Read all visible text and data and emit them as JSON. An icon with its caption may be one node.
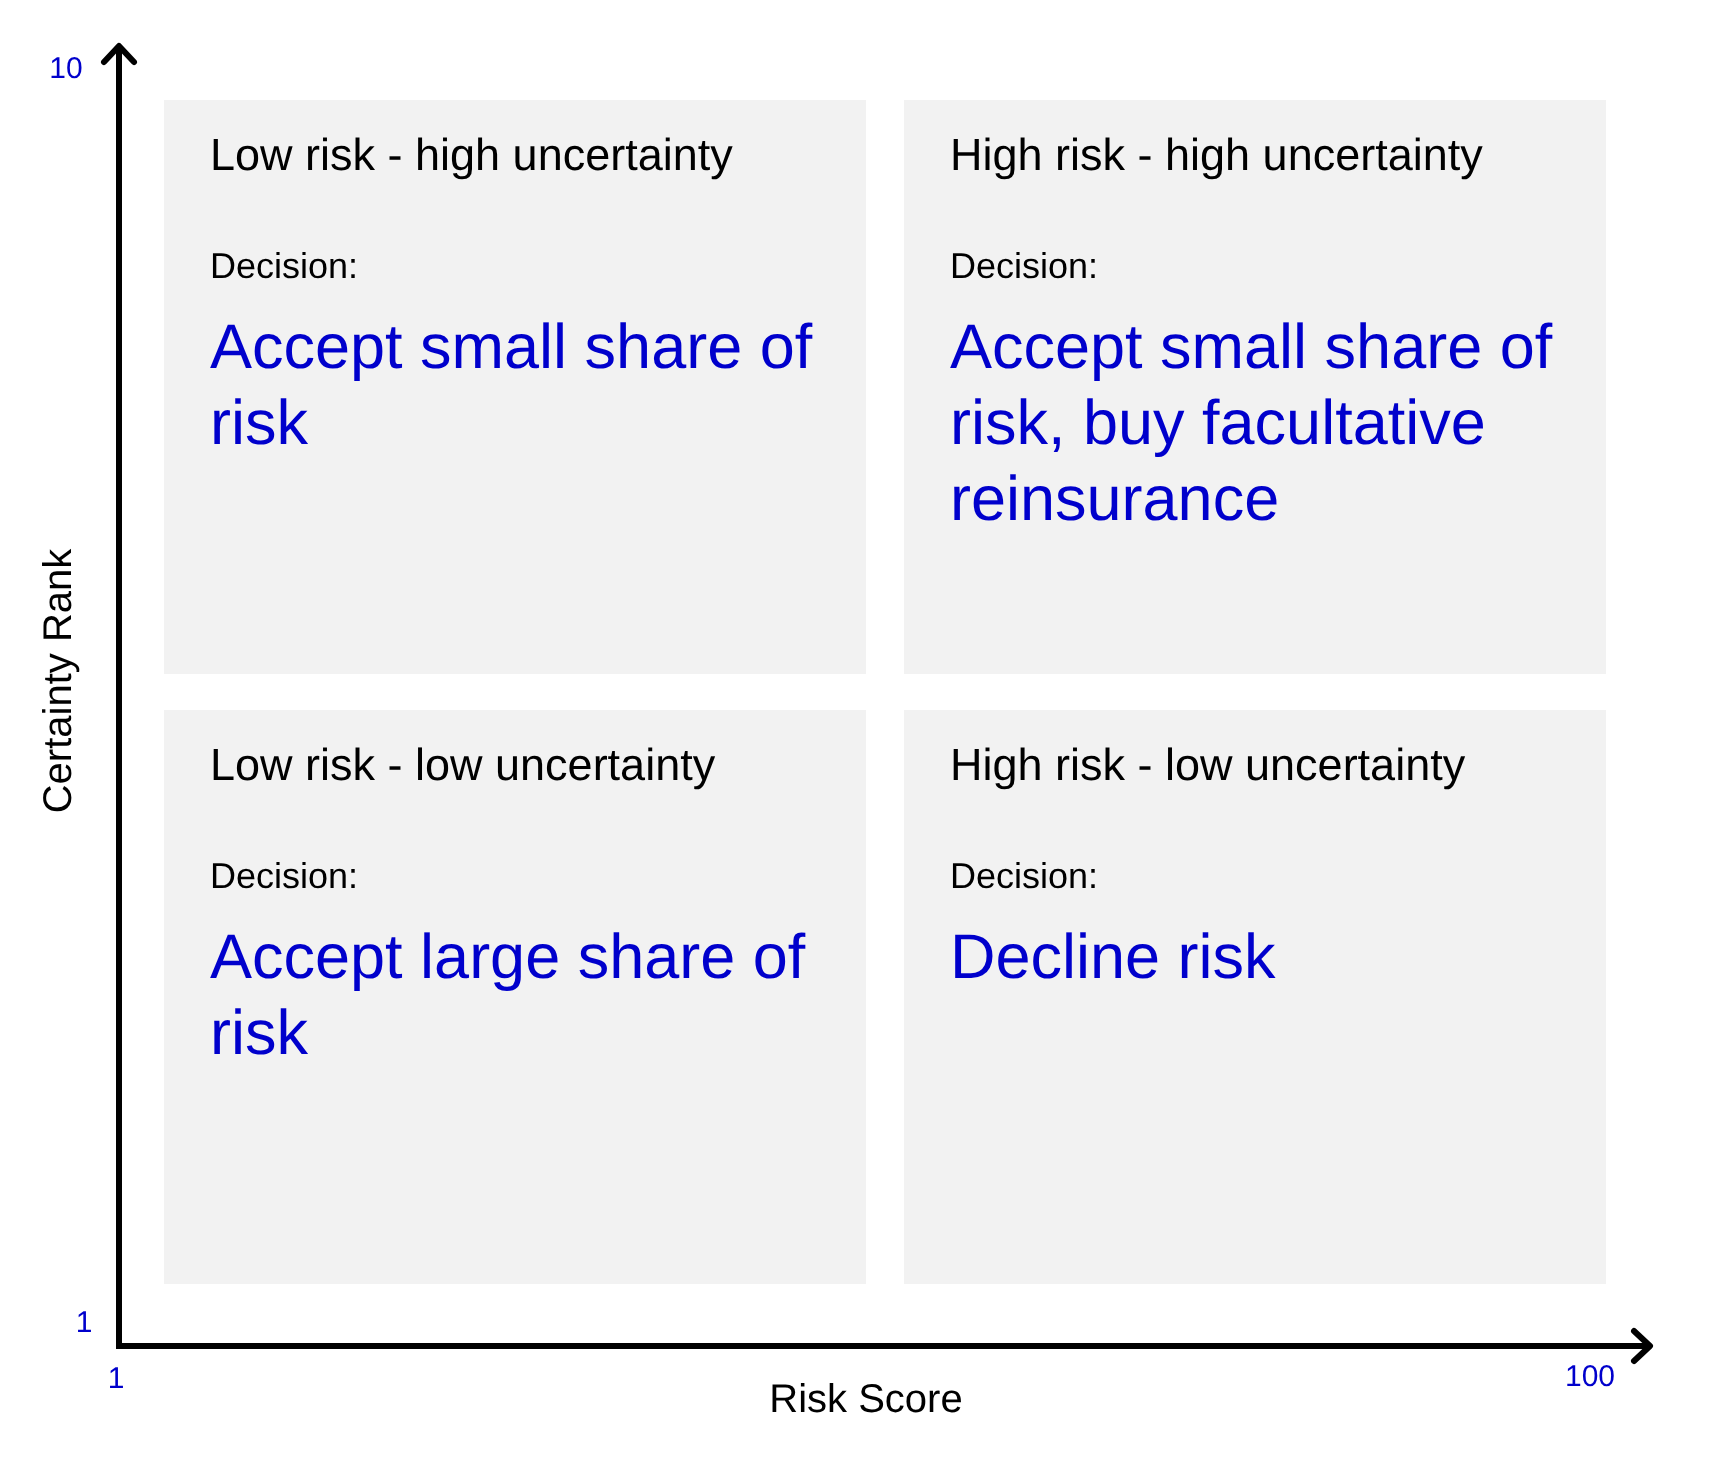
{
  "diagram": {
    "nodes": [
      {
        "text": [
          "Low risk - high uncertainty",
          "Decision:",
          "Accept small share of risk"
        ]
      },
      {
        "text": [
          "High risk - high uncertainty",
          "Decision:",
          "Accept small share of risk, buy facultative reinsurance"
        ]
      },
      {
        "text": [
          "Low risk - low uncertainty",
          "Decision:",
          "Accept large share of risk"
        ]
      },
      {
        "text": [
          "High risk - low uncertainty",
          "Decision:",
          "Decline risk"
        ]
      }
    ],
    "edges": [],
    "labels": [
      "10",
      "Certainty Rank",
      "1",
      "1",
      "Risk Score",
      "100"
    ]
  }
}
